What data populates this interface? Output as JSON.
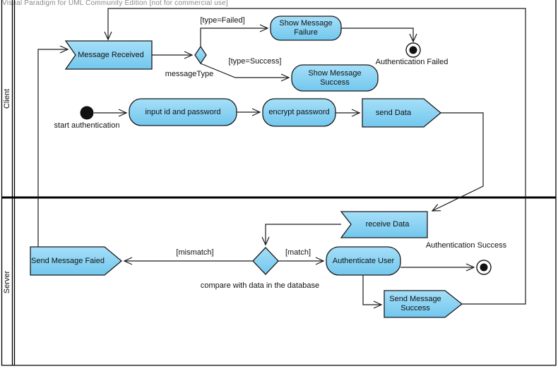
{
  "watermark": "Visual Paradigm for UML Community Edition [not for commercial use]",
  "lanes": {
    "client": "Client",
    "server": "Server"
  },
  "nodes": {
    "message_received": "Message Received",
    "show_message_failure": "Show Message Failure",
    "show_message_success": "Show Message Success",
    "input_id_password": "input id and password",
    "encrypt_password": "encrypt password",
    "send_data": "send Data",
    "receive_data": "receive Data",
    "send_message_faied": "Send Message Faied",
    "authenticate_user": "Authenticate User",
    "send_message_success": "Send Message Success"
  },
  "labels": {
    "start": "start authentication",
    "message_type": "messageType",
    "guard_failed": "[type=Failed]",
    "guard_success": "[type=Success]",
    "auth_failed": "Authentication Failed",
    "auth_success": "Authentication Success",
    "guard_mismatch": "[mismatch]",
    "guard_match": "[match]",
    "compare": "compare with data in the database"
  },
  "colors": {
    "node_fill_top": "#a5dff8",
    "node_fill_bottom": "#72c7ee",
    "node_border": "#1a1a1a",
    "connector": "#1a1a1a",
    "frame": "#000000",
    "watermark_text": "#8a8a8a"
  }
}
